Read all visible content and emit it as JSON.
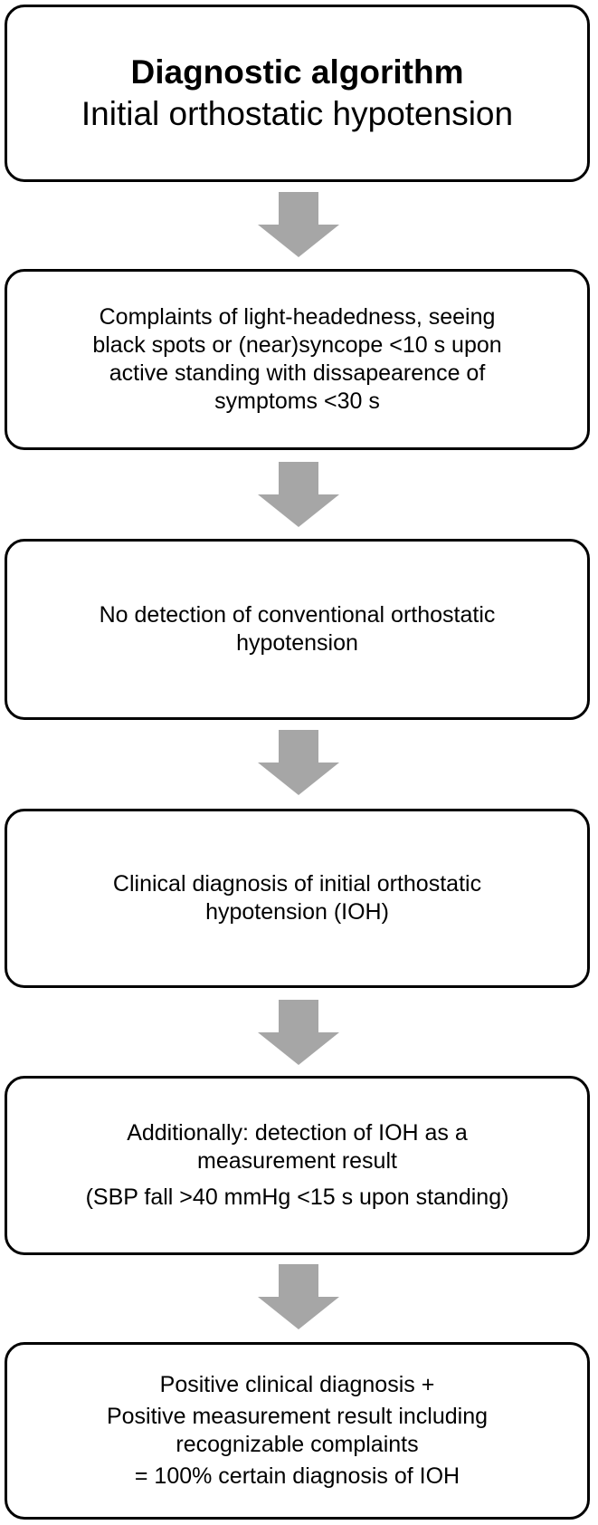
{
  "diagram": {
    "title": {
      "heading": "Diagnostic algorithm",
      "subheading": "Initial orthostatic hypotension"
    },
    "steps": [
      {
        "lines": [
          "Complaints of light-headedness,  seeing",
          "black spots or (near)syncope  <10 s upon",
          "active standing with dissapearence of",
          "symptoms <30 s"
        ]
      },
      {
        "lines": [
          "No detection of conventional  orthostatic",
          "hypotension"
        ]
      },
      {
        "lines": [
          "Clinical diagnosis of initial orthostatic",
          "hypotension  (IOH)"
        ]
      },
      {
        "lines": [
          "Additionally:  detection of IOH as a",
          "measurement  result",
          "(SBP fall >40 mmHg <15 s upon standing)"
        ]
      },
      {
        "lines": [
          "Positive clinical diagnosis +",
          "Positive measurement  result including",
          "recognizable complaints",
          "= 100% certain diagnosis of IOH"
        ]
      }
    ],
    "colors": {
      "box_border": "#000000",
      "box_fill": "#ffffff",
      "arrow": "#a6a6a6",
      "text": "#000000"
    }
  }
}
